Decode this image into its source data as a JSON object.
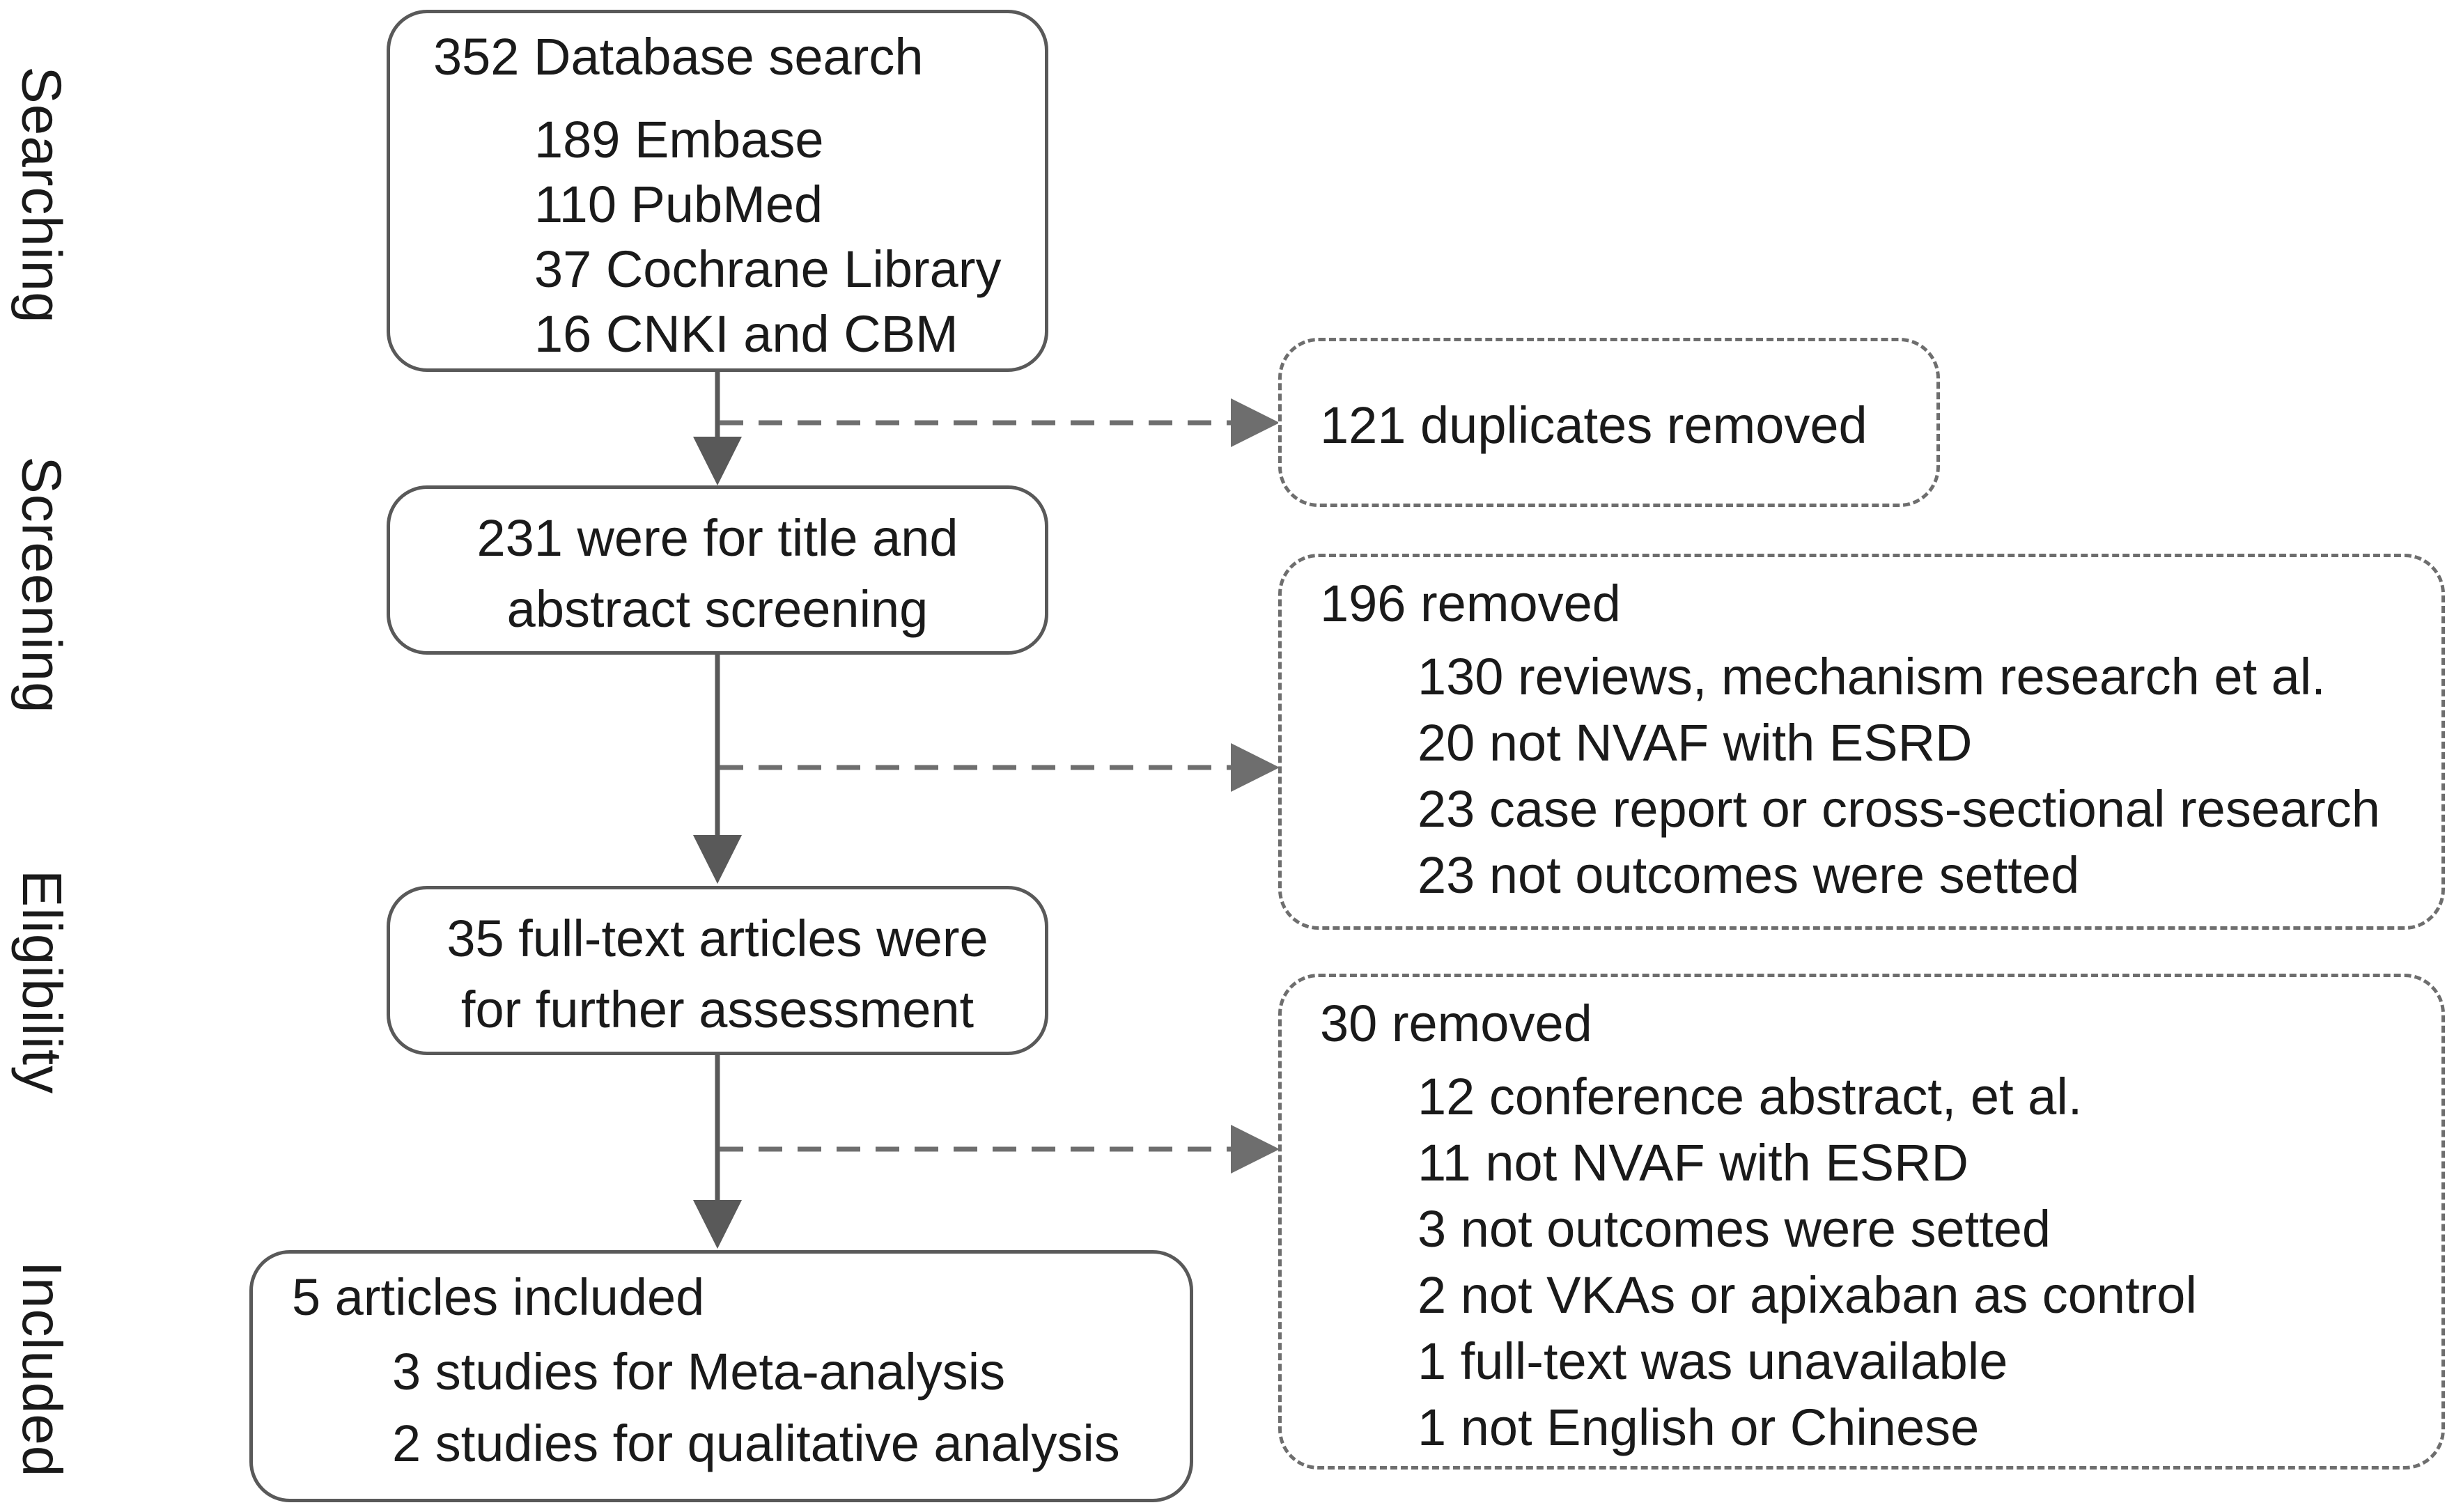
{
  "stages": [
    "Searching",
    "Screening",
    "Eligibility",
    "Included"
  ],
  "boxes": {
    "search": {
      "title": "352 Database search",
      "items": [
        "189 Embase",
        "110 PubMed",
        "37 Cochrane Library",
        "16 CNKI and CBM"
      ]
    },
    "screening": {
      "lines": [
        "231 were for title and",
        "abstract screening"
      ]
    },
    "eligibility": {
      "lines": [
        "35 full-text articles were",
        "for further assessment"
      ]
    },
    "included": {
      "title": "5 articles included",
      "items": [
        "3 studies for Meta-analysis",
        "2 studies for qualitative analysis"
      ]
    },
    "duplicates": {
      "text": "121 duplicates removed"
    },
    "removed_screening": {
      "title": "196 removed",
      "items": [
        "130 reviews, mechanism research et al.",
        "20 not NVAF with ESRD",
        "23 case report or cross-sectional research",
        "23 not outcomes were setted"
      ]
    },
    "removed_eligibility": {
      "title": "30 removed",
      "items": [
        "12 conference abstract, et al.",
        "11 not NVAF with ESRD",
        "3 not outcomes were setted",
        "2 not VKAs or apixaban as control",
        "1 full-text was unavailable",
        "1 not English or Chinese"
      ]
    }
  },
  "colors": {
    "solid_line": "#595959",
    "dashed_line": "#6e6e6e",
    "text": "#1a1a1a"
  }
}
